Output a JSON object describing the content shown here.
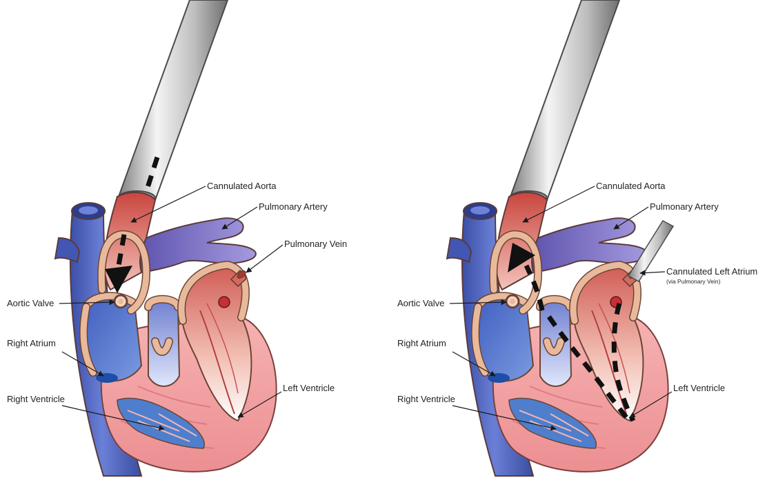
{
  "colors": {
    "venous_blue": "#5b6fc4",
    "pulmonary_purple": "#7e72c2",
    "aorta_red": "#d9685e",
    "myocardium_pink": "#f2a3a5",
    "ventricle_blue": "#4f82c9",
    "cannula_gray": "#b9b9b9"
  },
  "left_panel": {
    "labels": {
      "cannulated_aorta": "Cannulated Aorta",
      "pulmonary_artery": "Pulmonary Artery",
      "pulmonary_vein": "Pulmonary Vein",
      "aortic_valve": "Aortic Valve",
      "right_atrium": "Right Atrium",
      "right_ventricle": "Right Ventricle",
      "left_ventricle": "Left Ventricle"
    }
  },
  "right_panel": {
    "labels": {
      "cannulated_aorta": "Cannulated Aorta",
      "pulmonary_artery": "Pulmonary Artery",
      "cannulated_left_atrium": "Cannulated Left Atrium",
      "via_pulmonary_vein": "(via Pulmonary Vein)",
      "aortic_valve": "Aortic Valve",
      "right_atrium": "Right Atrium",
      "right_ventricle": "Right Ventricle",
      "left_ventricle": "Left Ventricle"
    }
  }
}
